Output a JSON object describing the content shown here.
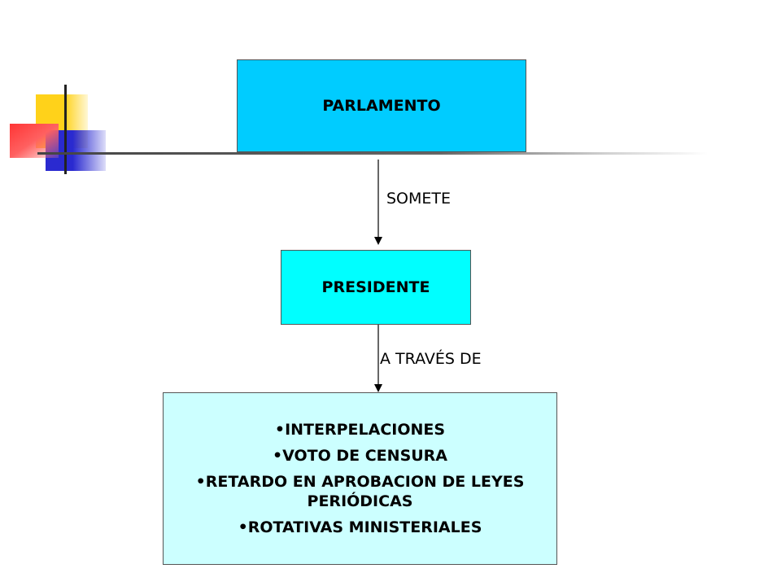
{
  "nodes": {
    "parlamento": "PARLAMENTO",
    "presidente": "PRESIDENTE",
    "mecanismos": [
      "INTERPELACIONES",
      "VOTO DE CENSURA",
      "RETARDO EN APROBACION DE LEYES PERIÓDICAS",
      "ROTATIVAS MINISTERIALES"
    ]
  },
  "edges": {
    "somete": "SOMETE",
    "a_traves_de": "A TRAVÉS DE"
  },
  "colors": {
    "parlamento_fill": "#00ccff",
    "presidente_fill": "#00ffff",
    "mecanismos_fill": "#ccffff",
    "deco_yellow": "#ffd21a",
    "deco_red": "#ff3535",
    "deco_blue": "#2a2ad0"
  }
}
